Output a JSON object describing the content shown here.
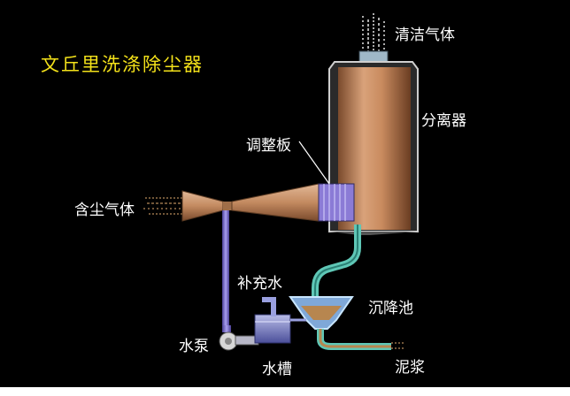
{
  "title": "文丘里洗涤除尘器",
  "labels": {
    "clean_gas": "清洁气体",
    "separator": "分离器",
    "adjust_plate": "调整板",
    "dusty_gas": "含尘气体",
    "makeup_water": "补充水",
    "settling_tank": "沉降池",
    "water_pump": "水泵",
    "water_tank": "水槽",
    "slurry": "泥浆"
  },
  "colors": {
    "background": "#000000",
    "title": "#f4e21a",
    "label": "#ffffff",
    "vessel": "#c98b5f",
    "water_pipe": "#7b6fd0",
    "return_pipe": "#5fc7b6"
  }
}
